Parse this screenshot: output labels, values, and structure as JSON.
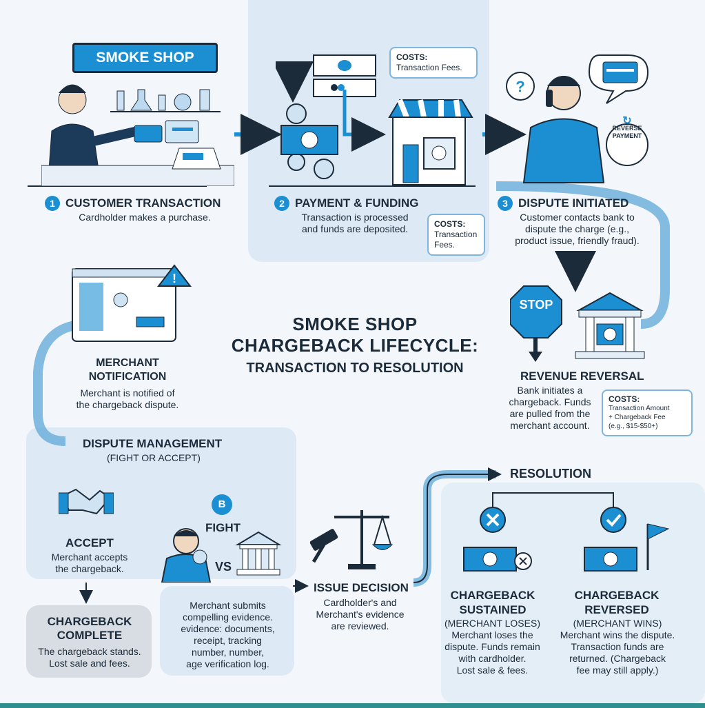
{
  "sign": "SMOKE SHOP",
  "main_title": {
    "line1": "SMOKE SHOP",
    "line2": "CHARGEBACK LIFECYCLE:",
    "line3": "TRANSACTION TO RESOLUTION"
  },
  "step1": {
    "num": "1",
    "title": "CUSTOMER TRANSACTION",
    "desc": "Cardholder makes a purchase."
  },
  "step2": {
    "num": "2",
    "title": "PAYMENT & FUNDING",
    "desc1": "Transaction is processed",
    "desc2": "and funds are deposited."
  },
  "step3": {
    "num": "3",
    "title": "DISPUTE INITIATED",
    "desc1": "Customer contacts bank to",
    "desc2": "dispute the charge (e.g.,",
    "desc3": "product issue, friendly fraud)."
  },
  "costs_top": {
    "label": "COSTS:",
    "text": "Transaction Fees."
  },
  "costs_mid": {
    "label": "COSTS:",
    "text1": "Transaction",
    "text2": "Fees."
  },
  "reverse_payment": {
    "line1": "REVERSE",
    "line2": "PAYMENT"
  },
  "stop_sign": "STOP",
  "revenue_reversal": {
    "title": "REVENUE REVERSAL",
    "desc1": "Bank initiates a",
    "desc2": "chargeback. Funds",
    "desc3": "are pulled from the",
    "desc4": "merchant account."
  },
  "costs_rev": {
    "label": "COSTS:",
    "text1": "Transaction Amount",
    "text2": "+ Chargeback Fee",
    "text3": "(e.g., $15-$50+)"
  },
  "merchant_notification": {
    "title1": "MERCHANT",
    "title2": "NOTIFICATION",
    "desc1": "Merchant is notified of",
    "desc2": "the chargeback dispute."
  },
  "dispute_management": {
    "title": "DISPUTE MANAGEMENT",
    "subtitle": "(FIGHT OR ACCEPT)"
  },
  "accept": {
    "title": "ACCEPT",
    "desc1": "Merchant accepts",
    "desc2": "the chargeback."
  },
  "fight": {
    "badge": "B",
    "title": "FIGHT",
    "vs": "VS",
    "desc1": "Merchant submits",
    "desc2": "compelling evidence.",
    "desc3": "evidence: documents,",
    "desc4": "receipt, tracking",
    "desc5": "number, number,",
    "desc6": "age verification log."
  },
  "chargeback_complete": {
    "title1": "CHARGEBACK",
    "title2": "COMPLETE",
    "desc1": "The chargeback stands.",
    "desc2": "Lost sale and fees."
  },
  "issue_decision": {
    "title": "ISSUE DECISION",
    "desc1": "Cardholder's and",
    "desc2": "Merchant's evidence",
    "desc3": "are reviewed."
  },
  "resolution": {
    "title": "RESOLUTION"
  },
  "sustained": {
    "title1": "CHARGEBACK",
    "title2": "SUSTAINED",
    "sub": "(MERCHANT LOSES)",
    "desc1": "Merchant loses the",
    "desc2": "dispute. Funds remain",
    "desc3": "with cardholder.",
    "desc4": "Lost sale & fees."
  },
  "reversed": {
    "title1": "CHARGEBACK",
    "title2": "REVERSED",
    "sub": "(MERCHANT WINS)",
    "desc1": "Merchant wins the dispute.",
    "desc2": "Transaction funds are",
    "desc3": "returned. (Chargeback",
    "desc4": "fee may still apply.)"
  },
  "colors": {
    "accent": "#1b8fd2",
    "dark": "#1c2b3a",
    "panel": "#dde9f4"
  }
}
